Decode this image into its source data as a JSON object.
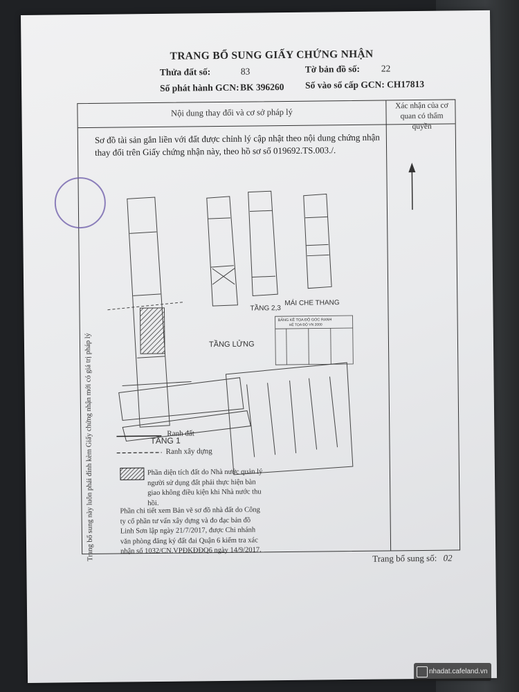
{
  "header": {
    "title": "TRANG BỔ SUNG GIẤY CHỨNG NHẬN",
    "thua_dat_label": "Thửa đất số:",
    "thua_dat_value": "83",
    "to_ban_do_label": "Tờ bản đồ số:",
    "to_ban_do_value": "22",
    "so_phat_hanh_label": "Số phát hành GCN:",
    "so_phat_hanh_value": "BK 396260",
    "so_vao_so_label": "Số vào sổ cấp GCN:",
    "so_vao_so_value": "CH17813"
  },
  "table": {
    "col1_header": "Nội dung thay đổi và cơ sở pháp lý",
    "col2_header": "Xác nhận của cơ quan có thẩm quyền",
    "paragraph": "Sơ đồ tài sản gắn liền với đất được chỉnh lý cập nhật theo nội dung chứng nhận thay đổi trên Giấy chứng nhận này, theo hồ sơ số 019692.TS.003./."
  },
  "drawing": {
    "label_tang1": "TẦNG 1",
    "label_tang_lung": "TẦNG LỬNG",
    "label_tang23": "TẦNG 2,3",
    "label_mai_che": "MÁI CHE THANG",
    "table_title": "BẢNG KÊ TỌA ĐỘ GÓC RANH",
    "table_subtitle": "HỆ TỌA ĐỘ VN 2000"
  },
  "legend": {
    "ranh_dat": "Ranh đất",
    "ranh_xay_dung": "Ranh xây dựng",
    "hatch_note": "Phần diện tích đất do Nhà nước quản lý người sử dụng đất phải thực hiện bàn giao không điều kiện khi Nhà nước thu hồi.",
    "detail_note": "Phần chi tiết xem Bản vẽ sơ đồ nhà đất do Công ty cổ phần tư vấn xây dựng và đo đạc bản đồ Linh Sơn lập ngày 21/7/2017, được Chi nhánh văn phòng đăng ký đất đai Quận 6 kiểm tra xác nhận số 1032/CN.VPĐKĐĐQ6 ngày 14/9/2017."
  },
  "side_text": "Trang bổ sung này luôn phải đính kèm Giấy chứng nhận mới có giá trị pháp lý",
  "footer": {
    "trang_label": "Trang bổ sung số:",
    "trang_value": "02"
  },
  "watermark": "nhadat.cafeland.vn",
  "colors": {
    "paper": "#ebebed",
    "ink": "#2a2a2a",
    "stamp": "#6a58a8"
  }
}
